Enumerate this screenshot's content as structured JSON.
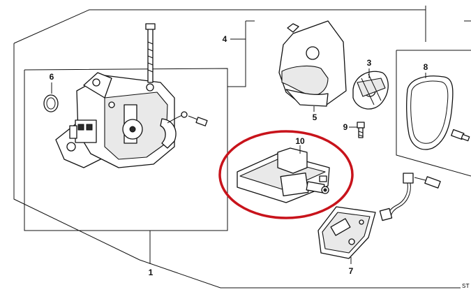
{
  "colors": {
    "line": "#111111",
    "highlight": "#c8131b",
    "background": "#ffffff"
  },
  "callouts": {
    "c1": "1",
    "c3": "3",
    "c4": "4",
    "c5": "5",
    "c6": "6",
    "c7": "7",
    "c8": "8",
    "c9": "9",
    "c10": "10"
  },
  "stamp": "ST"
}
